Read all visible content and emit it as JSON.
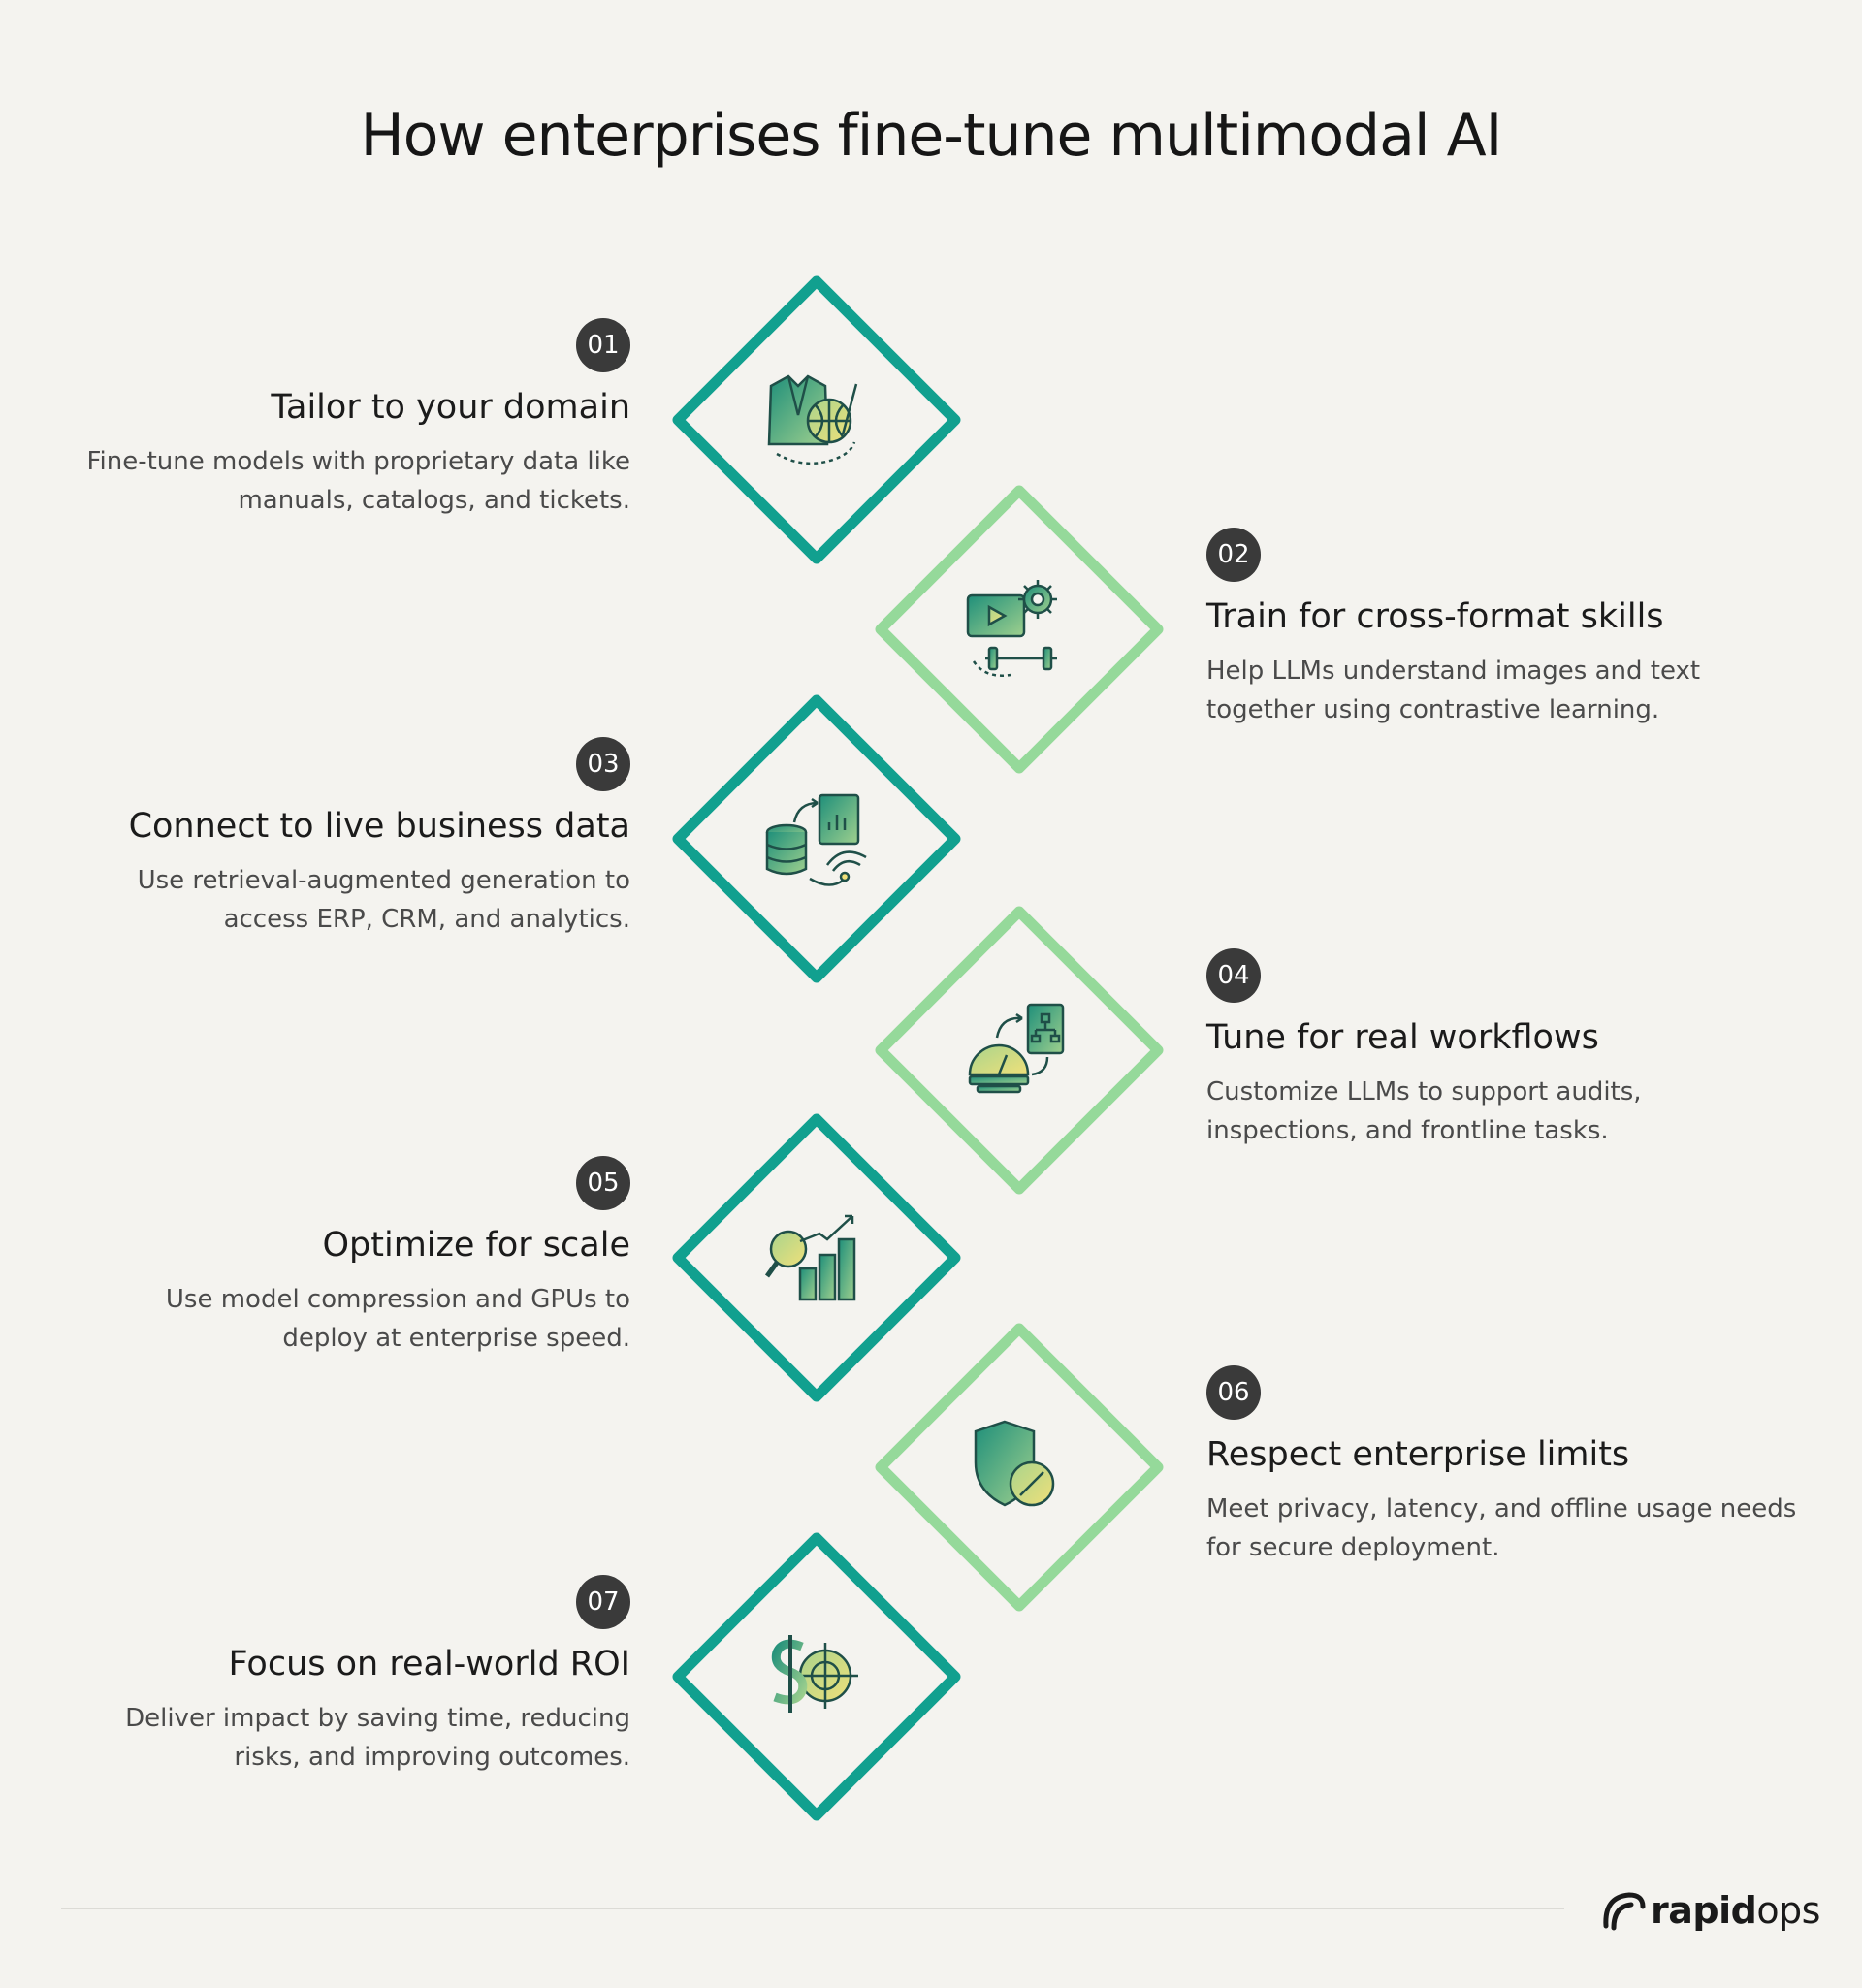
{
  "title": "How enterprises fine-tune multimodal AI",
  "colors": {
    "teal": "#11a08f",
    "light_green": "#95d99a",
    "badge": "#3a3a3a",
    "background": "#f4f3ef"
  },
  "steps": [
    {
      "number": "01",
      "title": "Tailor to your domain",
      "desc_line1": "Fine-tune models with proprietary data like",
      "desc_line2": "manuals, catalogs, and tickets.",
      "icon": "tailor-suit-globe-icon",
      "side": "left"
    },
    {
      "number": "02",
      "title": "Train for cross-format skills",
      "desc_line1": "Help LLMs understand images and text",
      "desc_line2": "together using contrastive learning.",
      "icon": "video-gear-dumbbell-icon",
      "side": "right"
    },
    {
      "number": "03",
      "title": "Connect to live business data",
      "desc_line1": "Use retrieval-augmented generation to",
      "desc_line2": "access ERP, CRM, and analytics.",
      "icon": "database-report-wifi-icon",
      "side": "left"
    },
    {
      "number": "04",
      "title": "Tune for real workflows",
      "desc_line1": "Customize LLMs to support audits,",
      "desc_line2": "inspections, and frontline tasks.",
      "icon": "gauge-flowchart-icon",
      "side": "right"
    },
    {
      "number": "05",
      "title": "Optimize for scale",
      "desc_line1": "Use model compression and GPUs to",
      "desc_line2": "deploy at enterprise speed.",
      "icon": "magnifier-growth-chart-icon",
      "side": "left"
    },
    {
      "number": "06",
      "title": "Respect enterprise limits",
      "desc_line1": "Meet privacy, latency, and offline usage needs",
      "desc_line2": "for secure deployment.",
      "icon": "shield-block-icon",
      "side": "right"
    },
    {
      "number": "07",
      "title": "Focus on real-world ROI",
      "desc_line1": "Deliver impact by saving time, reducing",
      "desc_line2": "risks, and improving outcomes.",
      "icon": "dollar-target-icon",
      "side": "left"
    }
  ],
  "logo": {
    "bold": "rapid",
    "light": "ops"
  }
}
